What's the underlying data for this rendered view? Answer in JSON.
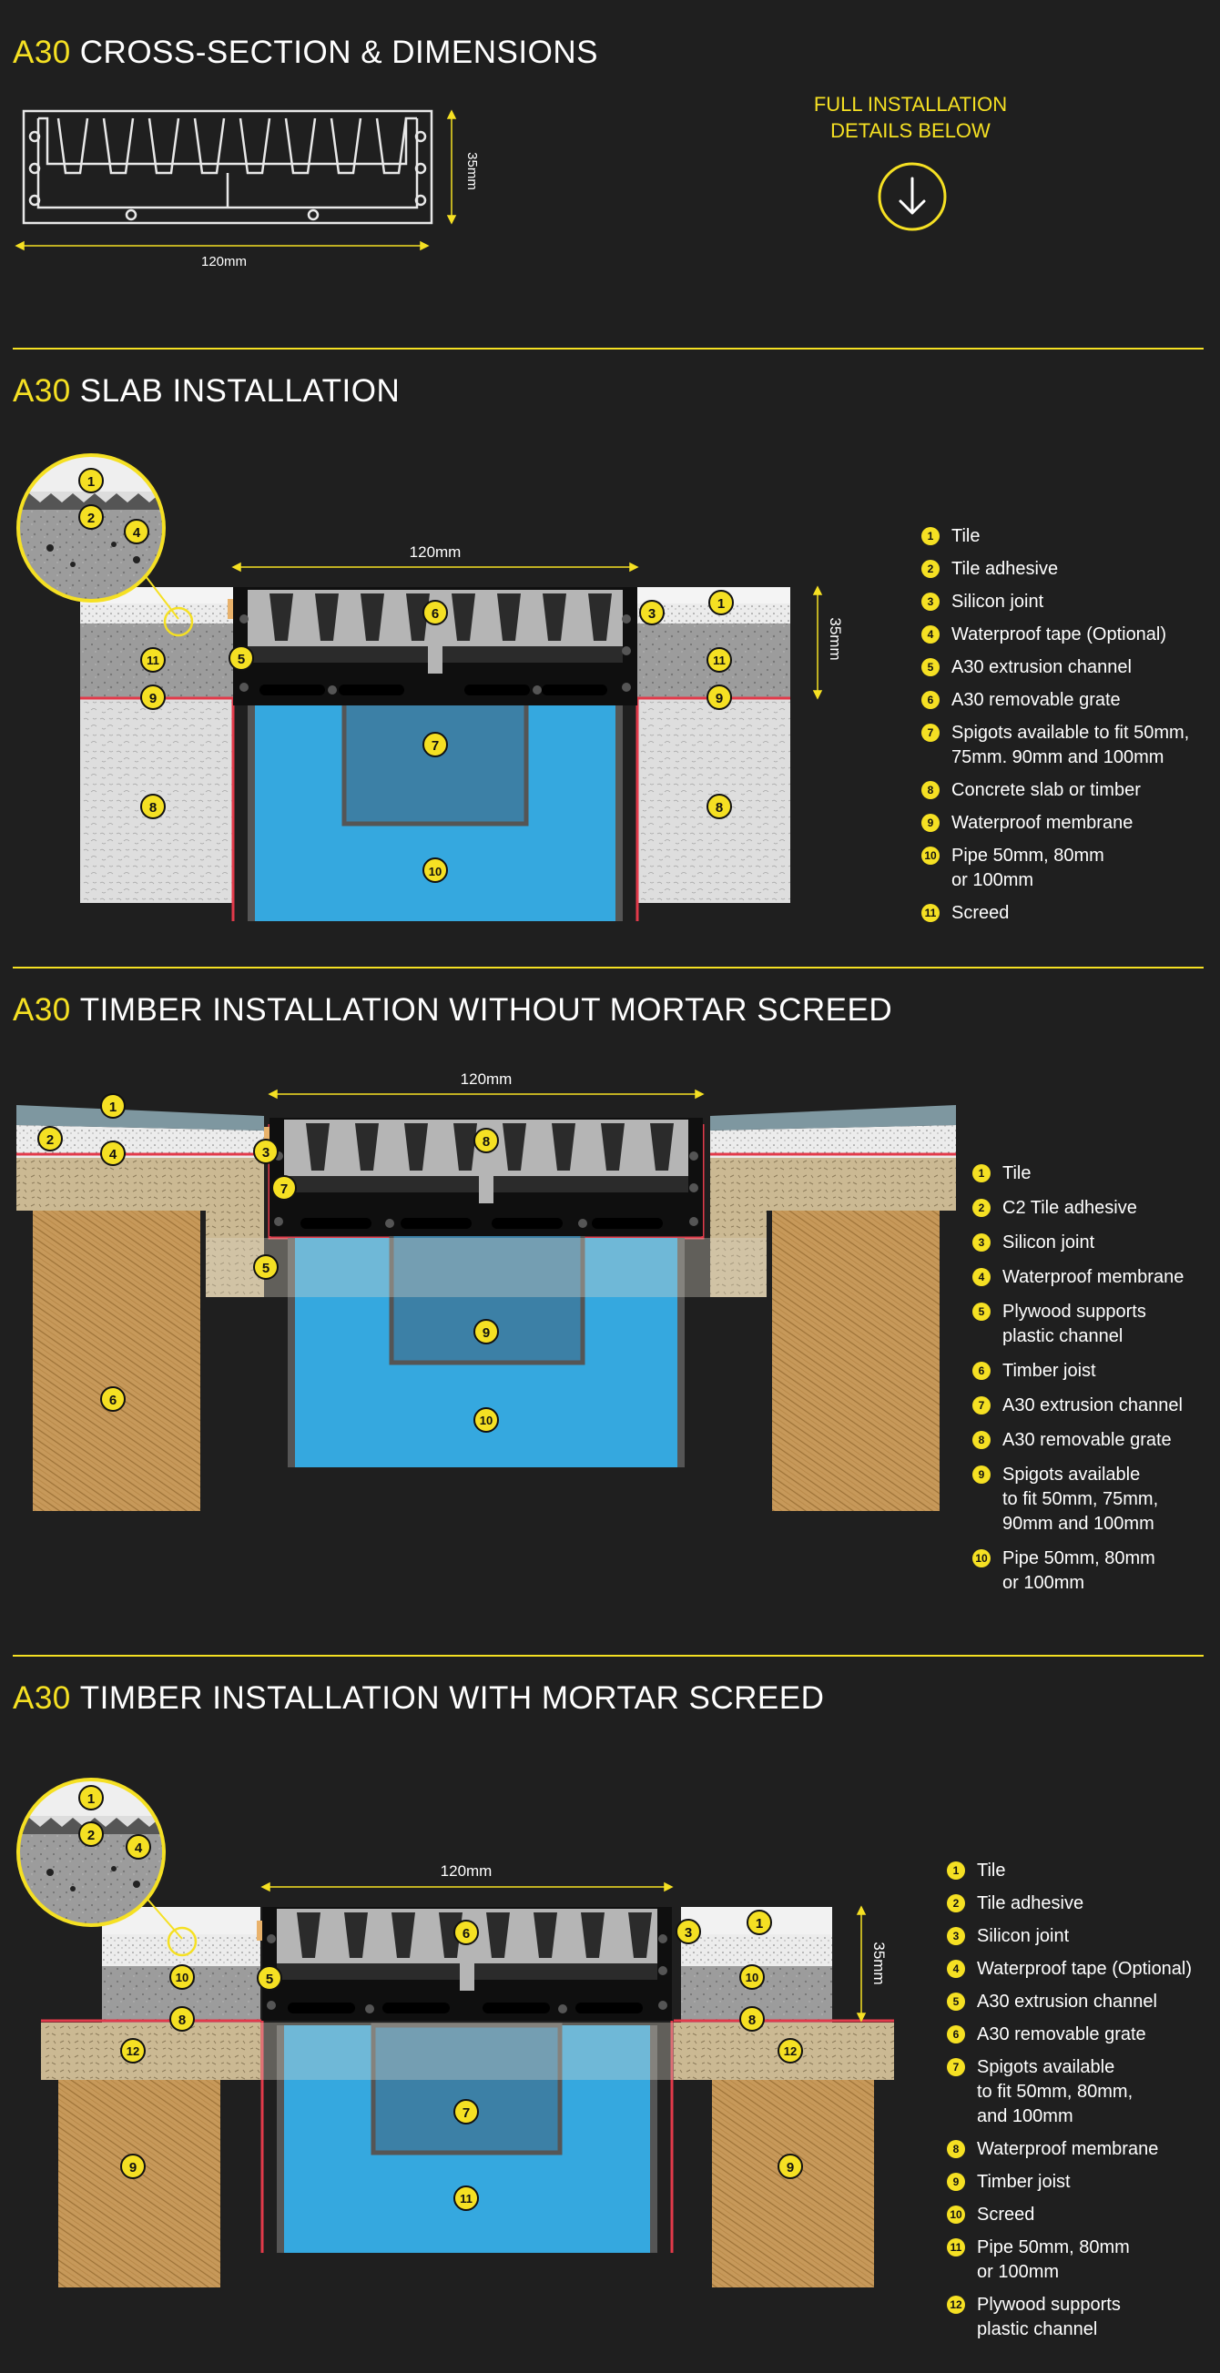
{
  "colors": {
    "accent": "#f5e023",
    "background": "#1f1f1f",
    "water": "#35a8df",
    "membrane": "#e23a4a",
    "concrete": "#9a9a9a",
    "timber": "#c49a55",
    "plywood": "#c7b48e"
  },
  "section1": {
    "accent": "A30",
    "title": "CROSS-SECTION & DIMENSIONS",
    "width_label": "120mm",
    "height_label": "35mm"
  },
  "cta": {
    "text": "FULL INSTALLATION\nDETAILS BELOW",
    "icon": "arrow-down-circle-icon"
  },
  "slab": {
    "accent": "A30",
    "title": "SLAB INSTALLATION",
    "width_label": "120mm",
    "height_label": "35mm",
    "legend": [
      {
        "n": "1",
        "label": "Tile"
      },
      {
        "n": "2",
        "label": "Tile adhesive"
      },
      {
        "n": "3",
        "label": "Silicon joint"
      },
      {
        "n": "4",
        "label": "Waterproof tape (Optional)"
      },
      {
        "n": "5",
        "label": "A30 extrusion channel"
      },
      {
        "n": "6",
        "label": "A30 removable grate"
      },
      {
        "n": "7",
        "label": "Spigots available to fit 50mm,\n75mm. 90mm and 100mm"
      },
      {
        "n": "8",
        "label": "Concrete slab or timber"
      },
      {
        "n": "9",
        "label": "Waterproof membrane"
      },
      {
        "n": "10",
        "label": "Pipe 50mm, 80mm\nor 100mm"
      },
      {
        "n": "11",
        "label": "Screed"
      }
    ]
  },
  "timber_no_screed": {
    "accent": "A30",
    "title": "TIMBER INSTALLATION WITHOUT MORTAR SCREED",
    "width_label": "120mm",
    "legend": [
      {
        "n": "1",
        "label": "Tile"
      },
      {
        "n": "2",
        "label": "C2 Tile adhesive"
      },
      {
        "n": "3",
        "label": "Silicon joint"
      },
      {
        "n": "4",
        "label": "Waterproof membrane"
      },
      {
        "n": "5",
        "label": "Plywood supports\nplastic channel"
      },
      {
        "n": "6",
        "label": "Timber joist"
      },
      {
        "n": "7",
        "label": "A30 extrusion channel"
      },
      {
        "n": "8",
        "label": "A30 removable grate"
      },
      {
        "n": "9",
        "label": "Spigots available\nto fit 50mm, 75mm,\n90mm and 100mm"
      },
      {
        "n": "10",
        "label": "Pipe 50mm, 80mm\nor 100mm"
      }
    ]
  },
  "timber_screed": {
    "accent": "A30",
    "title": "TIMBER INSTALLATION WITH MORTAR SCREED",
    "width_label": "120mm",
    "height_label": "35mm",
    "legend": [
      {
        "n": "1",
        "label": "Tile"
      },
      {
        "n": "2",
        "label": "Tile adhesive"
      },
      {
        "n": "3",
        "label": "Silicon joint"
      },
      {
        "n": "4",
        "label": "Waterproof tape (Optional)"
      },
      {
        "n": "5",
        "label": "A30 extrusion channel"
      },
      {
        "n": "6",
        "label": "A30 removable grate"
      },
      {
        "n": "7",
        "label": "Spigots available\nto fit 50mm, 80mm,\nand 100mm"
      },
      {
        "n": "8",
        "label": "Waterproof membrane"
      },
      {
        "n": "9",
        "label": "Timber joist"
      },
      {
        "n": "10",
        "label": "Screed"
      },
      {
        "n": "11",
        "label": "Pipe 50mm, 80mm\nor 100mm"
      },
      {
        "n": "12",
        "label": "Plywood supports\nplastic channel"
      }
    ]
  }
}
